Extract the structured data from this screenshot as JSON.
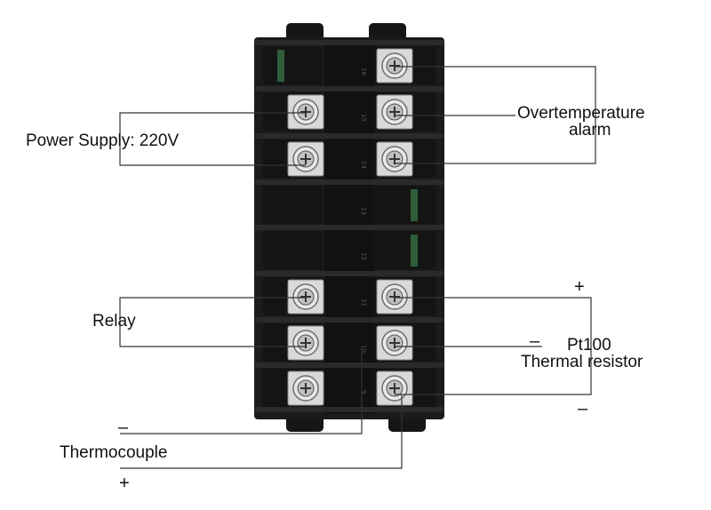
{
  "labels": {
    "power_supply": "Power Supply: 220V",
    "overtemp_line1": "Overtemperature",
    "overtemp_line2": "alarm",
    "relay": "Relay",
    "pt100_line1": "Pt100",
    "pt100_line2": "Thermal resistor",
    "thermocouple": "Thermocouple"
  },
  "signs": {
    "pt100_plus": "+",
    "pt100_minus_mid": "–",
    "pt100_minus_bottom": "–",
    "thermocouple_minus": "–",
    "thermocouple_plus": "+"
  },
  "terminal_numbers_left": [
    "",
    "",
    "",
    "",
    "",
    "",
    "",
    ""
  ],
  "terminal_numbers_right": [
    "16",
    "15",
    "14",
    "13",
    "12",
    "11",
    "10",
    "9"
  ],
  "colors": {
    "body": "#1b1b1b",
    "rib": "#2a2a2a",
    "plate": "#d9d9d9",
    "screw": "#bfbfbf",
    "pcb_green": "#2f5d3a",
    "wire": "#333333"
  }
}
